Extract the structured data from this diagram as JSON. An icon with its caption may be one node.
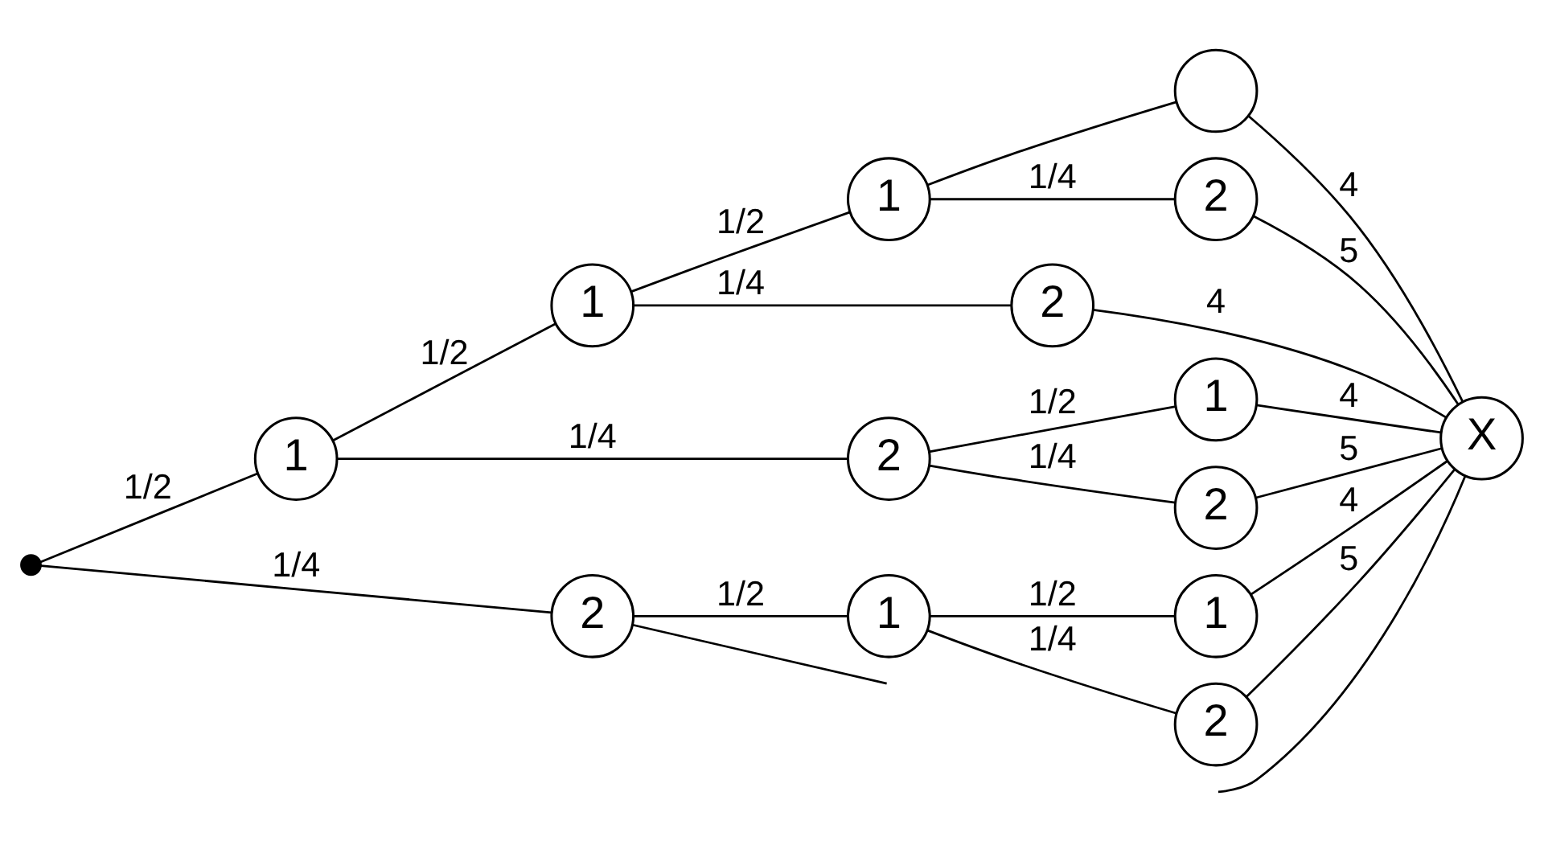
{
  "diagram": {
    "nodes": [
      {
        "text": [],
        "shape": "dot"
      },
      {
        "text": [
          "1"
        ]
      },
      {
        "text": [
          "1"
        ]
      },
      {
        "text": [
          "1"
        ]
      },
      {
        "text": [],
        "shape": "circle"
      },
      {
        "text": [
          "2"
        ]
      },
      {
        "text": [
          "2"
        ]
      },
      {
        "text": [
          "2"
        ]
      },
      {
        "text": [
          "1"
        ]
      },
      {
        "text": [
          "2"
        ]
      },
      {
        "text": [
          "2"
        ]
      },
      {
        "text": [
          "1"
        ]
      },
      {
        "text": [
          "1"
        ]
      },
      {
        "text": [
          "2"
        ]
      },
      {
        "text": [
          "X"
        ]
      }
    ],
    "edges": [
      {
        "from": 0,
        "to": 1,
        "arrow": "none",
        "label": "1/2"
      },
      {
        "from": 0,
        "to": 10,
        "arrow": "none",
        "label": "1/4"
      },
      {
        "from": 1,
        "to": 2,
        "arrow": "none",
        "label": "1/2"
      },
      {
        "from": 1,
        "to": 7,
        "arrow": "none",
        "label": "1/4"
      },
      {
        "from": 2,
        "to": 3,
        "arrow": "none",
        "label": "1/2"
      },
      {
        "from": 2,
        "to": 6,
        "arrow": "none",
        "label": "1/4"
      },
      {
        "from": 3,
        "to": 4,
        "arrow": "none"
      },
      {
        "from": 3,
        "to": 5,
        "arrow": "none",
        "label": "1/4"
      },
      {
        "from": 7,
        "to": 8,
        "arrow": "none",
        "label": "1/2"
      },
      {
        "from": 7,
        "to": 9,
        "arrow": "none",
        "label": "1/4"
      },
      {
        "from": 10,
        "to": 11,
        "arrow": "none",
        "label": "1/2"
      },
      {
        "from": 10,
        "to": null,
        "arrow": "none"
      },
      {
        "from": 11,
        "to": 12,
        "arrow": "none",
        "label": "1/2"
      },
      {
        "from": 11,
        "to": 13,
        "arrow": "none",
        "label": "1/4"
      },
      {
        "from": 4,
        "to": 14,
        "arrow": "none",
        "label": "4"
      },
      {
        "from": 5,
        "to": 14,
        "arrow": "none",
        "label": "5"
      },
      {
        "from": 6,
        "to": 14,
        "arrow": "none",
        "label": "4"
      },
      {
        "from": 8,
        "to": 14,
        "arrow": "none",
        "label": "4"
      },
      {
        "from": 9,
        "to": 14,
        "arrow": "none",
        "label": "5"
      },
      {
        "from": 12,
        "to": 14,
        "arrow": "none",
        "label": "4"
      },
      {
        "from": 13,
        "to": 14,
        "arrow": "none",
        "label": "5"
      },
      {
        "from": null,
        "to": 14,
        "arrow": "none"
      }
    ]
  }
}
